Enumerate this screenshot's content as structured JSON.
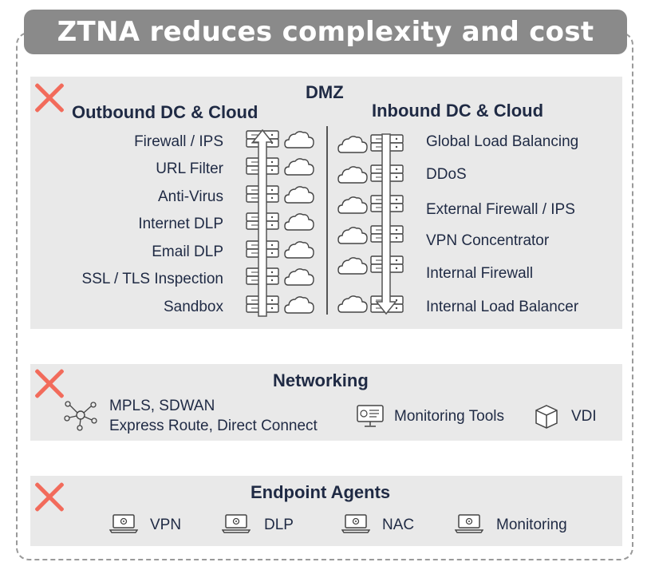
{
  "title": "ZTNA reduces complexity and cost",
  "dmz": {
    "title": "DMZ",
    "outbound": {
      "title": "Outbound DC & Cloud",
      "items": [
        "Firewall / IPS",
        "URL Filter",
        "Anti-Virus",
        "Internet DLP",
        "Email DLP",
        "SSL / TLS Inspection",
        "Sandbox"
      ]
    },
    "inbound": {
      "title": "Inbound DC & Cloud",
      "items": [
        "Global Load Balancing",
        "DDoS",
        "External Firewall / IPS",
        "VPN Concentrator",
        "Internal Firewall",
        "Internal Load Balancer"
      ]
    }
  },
  "networking": {
    "title": "Networking",
    "items": [
      "MPLS, SDWAN",
      "Express Route, Direct Connect",
      "Monitoring Tools",
      "VDI"
    ]
  },
  "endpoint": {
    "title": "Endpoint Agents",
    "items": [
      "VPN",
      "DLP",
      "NAC",
      "Monitoring"
    ]
  },
  "colors": {
    "title_bg": "#8a8a8a",
    "panel_bg": "#e9e9e9",
    "cross": "#f26b5b",
    "text": "#1f2a44"
  },
  "icons": [
    "server-stack-icon",
    "cloud-icon",
    "arrow-up-icon",
    "arrow-down-icon",
    "network-hub-icon",
    "monitor-icon",
    "cube-icon",
    "laptop-gear-icon"
  ]
}
